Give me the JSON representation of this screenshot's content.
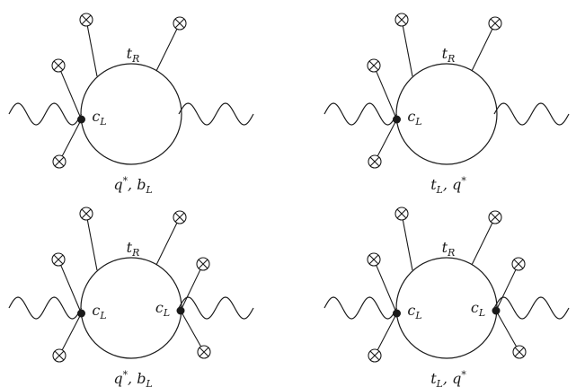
{
  "diagrams": [
    {
      "top_label": {
        "main": "t",
        "sub": "R"
      },
      "bottom_label": {
        "main": "q",
        "sup": "*",
        "rest": ", b",
        "sub": "L"
      },
      "vertex_labels": [
        {
          "main": "c",
          "sub": "L"
        }
      ]
    },
    {
      "top_label": {
        "main": "t",
        "sub": "R"
      },
      "bottom_label": {
        "main": "t",
        "sub": "L",
        "rest": ", q",
        "sup": "*"
      },
      "vertex_labels": [
        {
          "main": "c",
          "sub": "L"
        }
      ]
    },
    {
      "top_label": {
        "main": "t",
        "sub": "R"
      },
      "bottom_label": {
        "main": "q",
        "sup": "*",
        "rest": ", b",
        "sub": "L"
      },
      "vertex_labels": [
        {
          "main": "c",
          "sub": "L"
        },
        {
          "main": "c",
          "sub": "L"
        }
      ]
    },
    {
      "top_label": {
        "main": "t",
        "sub": "R"
      },
      "bottom_label": {
        "main": "t",
        "sub": "L",
        "rest": ", q",
        "sup": "*"
      },
      "vertex_labels": [
        {
          "main": "c",
          "sub": "L"
        },
        {
          "main": "c",
          "sub": "L"
        }
      ]
    }
  ],
  "colors": {
    "stroke": "#1a1a1a",
    "background": "#ffffff"
  },
  "icons": {
    "insertion": "circled-times-icon",
    "vertex": "filled-dot-icon"
  }
}
